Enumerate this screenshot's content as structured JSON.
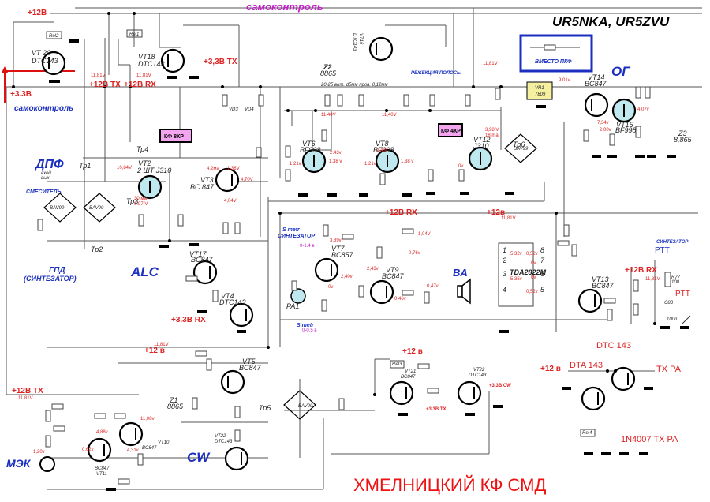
{
  "title": "UR5NKA, UR5ZVU",
  "footer": "ХМЕЛНИЦКИЙ КФ СМД",
  "colors": {
    "voltage_label": "#dd2222",
    "block_label": "#1a2fbf",
    "self_control": "#c21fc9",
    "filter_fill": "#f3a6ef",
    "regulator_fill": "#f5f0a0",
    "fet_fill": "#bfe9ee"
  },
  "power": {
    "plus12": "+12В",
    "plus33": "+3.3В",
    "self_control": "самоконтроль",
    "self_control_top": "самоконтроль",
    "plus12_tx": "+12В TX",
    "plus12_rx": "+12В RX",
    "v1181": "11,81V",
    "plus33_tx": "+3,3В TX",
    "plus33_rx": "+3.3В RX",
    "plus33_cw": "+3,3В CW",
    "plus12_v": "+12 в",
    "plus12_v2": "+12в"
  },
  "blocks": {
    "dpf": "ДПФ",
    "mixer": "СМЕСИТЕЛЬ",
    "gpd": "ГПД",
    "synth": "(СИНТЕЗАТОР)",
    "alc": "ALC",
    "og": "ОГ",
    "cw": "CW",
    "mek": "МЭК",
    "ba": "BA",
    "in_out_1": "вход",
    "in_out_2": "вых",
    "kf8kp": "КФ 8КР",
    "kf4kp": "КФ 4КР",
    "notch": "РЕЖЕКЦИЯ ПОЛОСЫ",
    "instead_pkf": "ВМЕСТО ПКФ",
    "smetr": "S metr",
    "smetr_synth": "СИНТЕЗАТОР",
    "smetr_range1": "0-1.4 в",
    "smetr_range2": "0-0.5 в",
    "ptt_synth": "СИНТЕЗАТОР",
    "ptt1": "PTT",
    "ptt2": "PTT",
    "pa1": "PA1",
    "coil_note": "20-25 вит. d5мм пров. 0,12мм",
    "tx_pa": "TX PA",
    "tx_pa2": "1N4007 TX PA"
  },
  "components": {
    "vt20": "VT 20",
    "vt20m": "DTC143",
    "vt18": "VT18",
    "vt18m": "DTC143",
    "vt16": "VT16",
    "vt16m": "DTC143",
    "rel1": "Rel1",
    "rel2": "Rel2",
    "rel3": "Rel3",
    "rel4": "Rel4",
    "vt2": "VT2",
    "vt2m": "2 ШТ J310",
    "vt3": "VT3",
    "vt3m": "BC 847",
    "vt6": "VT6",
    "vt6m": "BF998",
    "vt8": "VT8",
    "vt8m": "BF998",
    "vt12": "VT12",
    "vt12m": "J310",
    "vt14": "VT14",
    "vt14m": "BC847",
    "vt15": "VT15",
    "vt15m": "BF998",
    "vt17": "VT17",
    "vt17m": "BC847",
    "vt4": "VT4",
    "vt4m": "DTC143",
    "vt7": "VT7",
    "vt7m": "BC857",
    "vt9": "VT9",
    "vt9m": "BC847",
    "vt13": "VT13",
    "vt13m": "BC847",
    "vt5": "VT5",
    "vt5m": "BC847",
    "vt22a": "VT22",
    "vt22am": "DTC143",
    "vt21": "VT21",
    "vt21m": "BC847",
    "vt22": "VT22",
    "vt22m": "DTC143",
    "vt10": "VT10",
    "vt10m": "BC847",
    "vt11": "VT11",
    "vt11m": "BC847",
    "vr1": "VR1",
    "vr1m": "7809",
    "z2": "Z2",
    "z2m": "8865",
    "z3": "Z3",
    "z3m": "8,865",
    "z1": "Z1",
    "z1m": "8865",
    "ic": "TDA2822M",
    "tr1": "Тр1",
    "tr2": "Тр2",
    "tr3": "Тр3",
    "tr4": "Тр4",
    "tr5": "Тр5",
    "tr6": "Тр6",
    "vd3": "VD3",
    "vd4": "VD4",
    "bav": "BAV99",
    "dtc143": "DTC 143",
    "dta143": "DTA 143",
    "r77": "R77",
    "r77v": "100",
    "c83": "C83",
    "c83v": "100n"
  },
  "voltages": {
    "v1084": "10,84V",
    "v30ma": "30 ма",
    "v097": "0.97 V",
    "v42ma": "4,2ма",
    "v1138": "11,38V",
    "v470": "4,70V",
    "v404": "4,04V",
    "v1140": "11,40V",
    "v1140b": "11,40V",
    "v121": "1,21v",
    "v138": "1,38 v",
    "v121b": "1,21v",
    "v138b": "1,38 v",
    "v243": "2.43v",
    "v243b": "2,43v",
    "v398": "3,98 V",
    "v18ma": "18 ma",
    "v0v": "0v",
    "v901": "9,01v",
    "v734": "7,34v",
    "v200": "2,00v",
    "v407": "4,07v",
    "v389": "3,89v",
    "v240": "2,40v",
    "v0": "0v",
    "v046": "0,46v",
    "v047": "0,47v",
    "v076": "0,76v",
    "v104": "1,04V",
    "v243c": "2,43v",
    "v532": "5,32v",
    "v535": "5,35v",
    "v052a": "0,52v",
    "v052b": "0,52v",
    "v0a": "0v",
    "v0b": "0v",
    "v1181tx": "11,81V",
    "v488": "4,88v",
    "v1108": "11,08v",
    "v431": "4,31v",
    "v062": "0,62v",
    "v120": "1,20v"
  },
  "pin_labels": {
    "p1": "1",
    "p2": "2",
    "p3": "3",
    "p4": "4",
    "p5": "5",
    "p6": "6",
    "p7": "7",
    "p8": "8"
  }
}
